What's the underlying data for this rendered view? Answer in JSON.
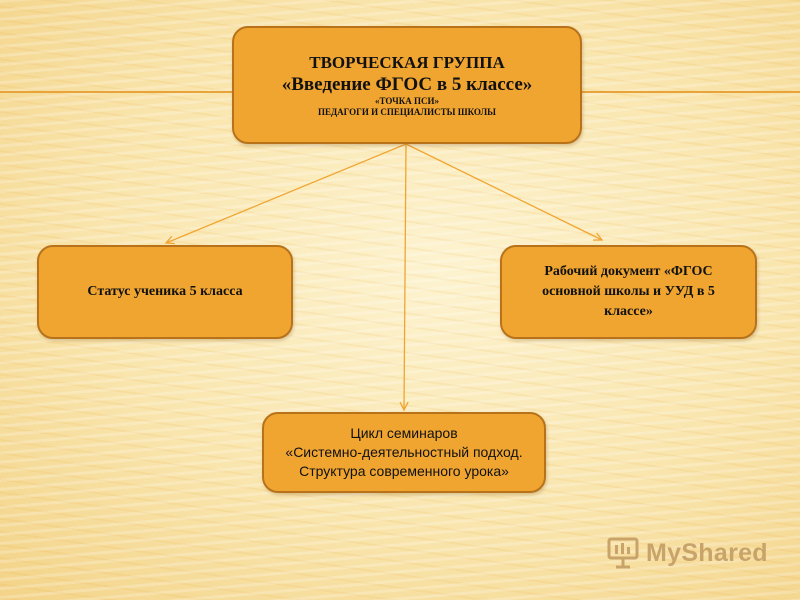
{
  "diagram": {
    "top": {
      "line1": "ТВОРЧЕСКАЯ ГРУППА",
      "line2": "«Введение ФГОС в 5 классе»",
      "line3": "«ТОЧКА ПСИ»",
      "line4": "ПЕДАГОГИ И СПЕЦИАЛИСТЫ  ШКОЛЫ"
    },
    "left": {
      "text": "Статус ученика 5 класса"
    },
    "right": {
      "text": "Рабочий документ «ФГОС основной школы и УУД в 5 классе»"
    },
    "bottom": {
      "line1": "Цикл семинаров",
      "line2": "«Системно-деятельностный подход.",
      "line3": "Структура современного урока»"
    }
  },
  "watermark": {
    "text": "MyShared",
    "icon": "presentation-board-icon"
  },
  "colors": {
    "box_fill": "#f0a531",
    "box_border": "#b8731a",
    "connector": "#f0a531",
    "background": "#f9e6b0"
  }
}
